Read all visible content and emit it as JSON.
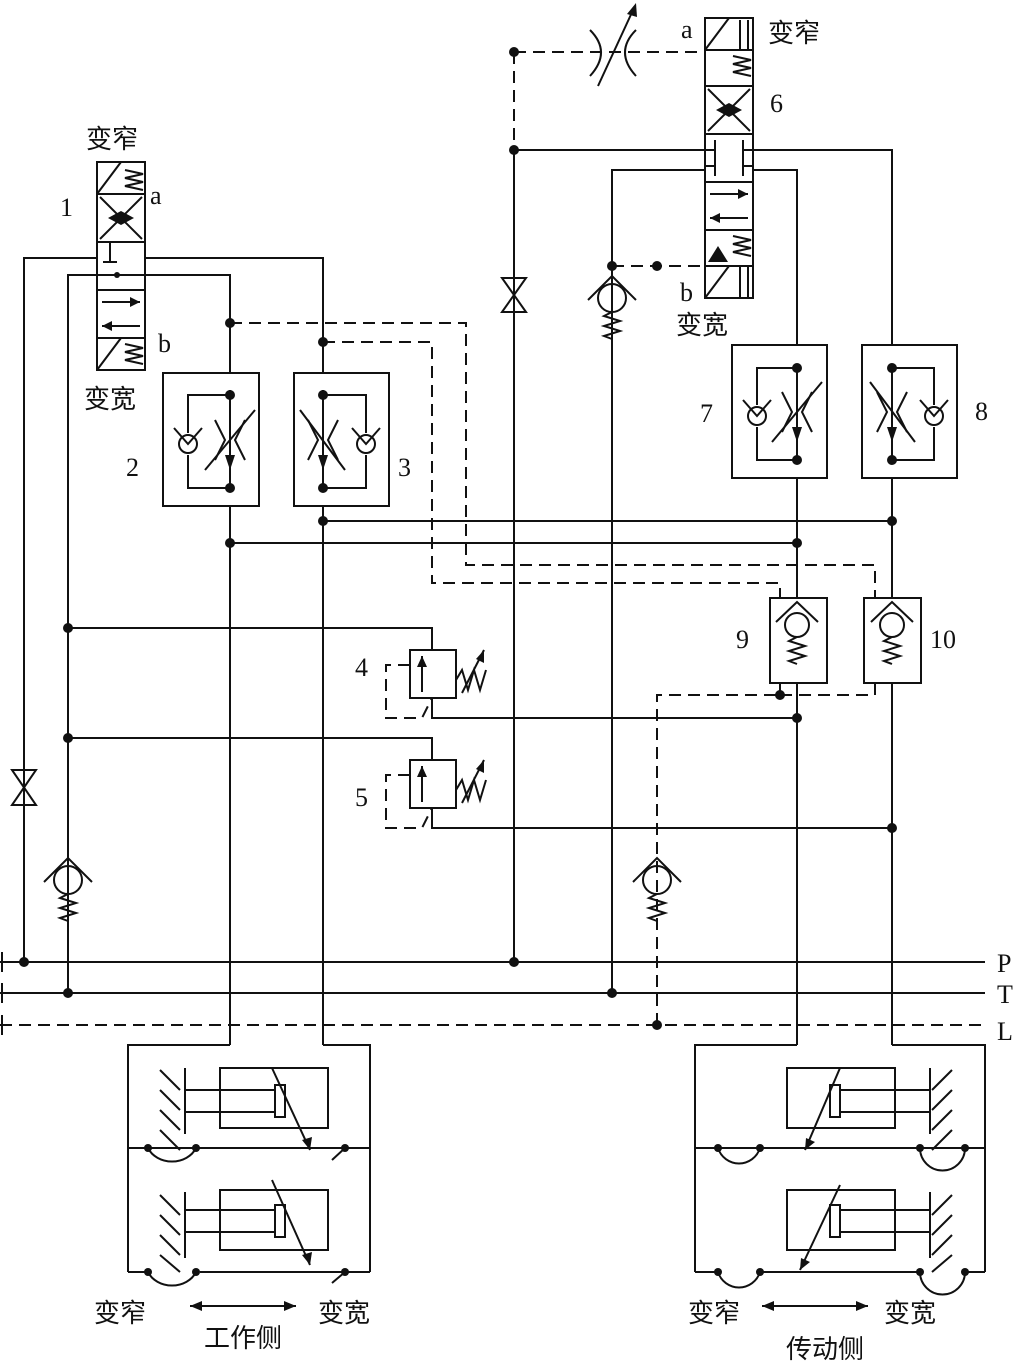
{
  "labels": {
    "valve1_top": "变窄",
    "valve1_bottom": "变宽",
    "valve1_a": "a",
    "valve1_b": "b",
    "valve6_a": "a",
    "valve6_b": "b",
    "valve6_top": "变窄",
    "valve6_bottom": "变宽"
  },
  "component_numbers": [
    "1",
    "2",
    "3",
    "4",
    "5",
    "6",
    "7",
    "8",
    "9",
    "10"
  ],
  "lines": {
    "p": "P",
    "t": "T",
    "l": "L"
  },
  "work_side": {
    "narrow": "变窄",
    "wide": "变宽",
    "name": "工作侧"
  },
  "drive_side": {
    "narrow": "变窄",
    "wide": "变宽",
    "name": "传动侧"
  },
  "colors": {
    "line": "#111111",
    "background": "#ffffff"
  }
}
